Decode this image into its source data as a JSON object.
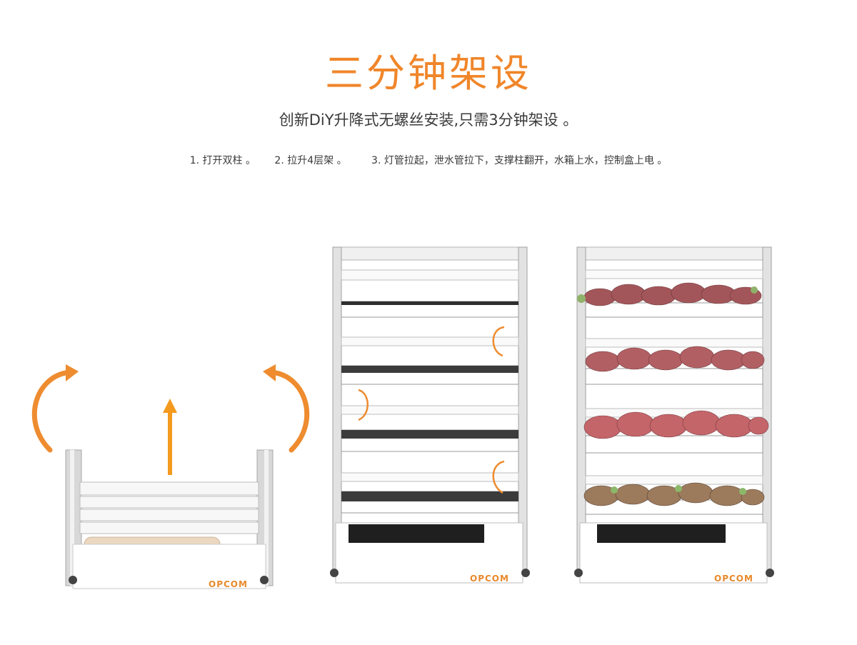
{
  "title": "三分钟架设",
  "subtitle": "创新DiY升降式无螺丝安装,只需3分钟架设 。",
  "steps": [
    "1. 打开双柱 。",
    "2. 拉升4层架 。",
    "3. 灯管拉起，泄水管拉下，支撑柱翻开，水箱上水，控制盒上电 。"
  ],
  "brand": "OPCOM",
  "colors": {
    "accent": "#f0862a",
    "text": "#3a3a3a",
    "arrow": "#ee8c2f"
  }
}
